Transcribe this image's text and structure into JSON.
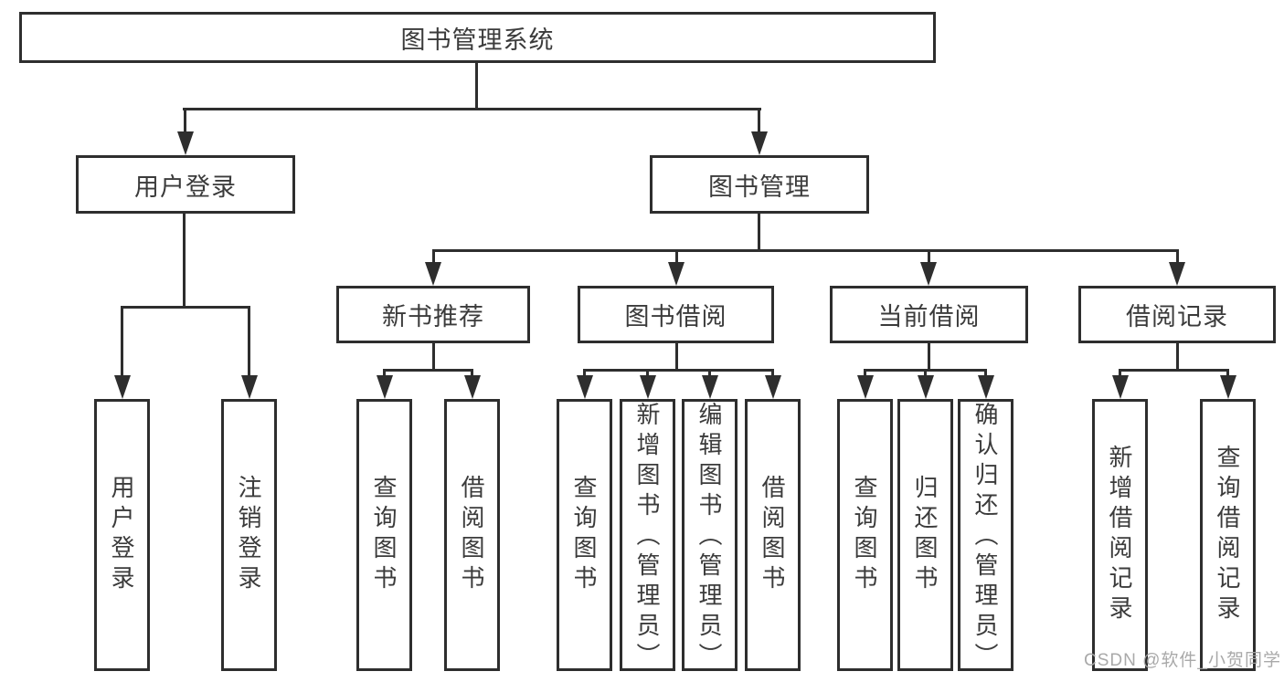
{
  "tree": {
    "label": "图书管理系统",
    "children": [
      {
        "label": "用户登录",
        "children": [
          {
            "label": "用户登录"
          },
          {
            "label": "注销登录"
          }
        ]
      },
      {
        "label": "图书管理",
        "children": [
          {
            "label": "新书推荐",
            "children": [
              {
                "label": "查询图书"
              },
              {
                "label": "借阅图书"
              }
            ]
          },
          {
            "label": "图书借阅",
            "children": [
              {
                "label": "查询图书"
              },
              {
                "label": "新增图书（管理员）"
              },
              {
                "label": "编辑图书（管理员）"
              },
              {
                "label": "借阅图书"
              }
            ]
          },
          {
            "label": "当前借阅",
            "children": [
              {
                "label": "查询图书"
              },
              {
                "label": "归还图书"
              },
              {
                "label": "确认归还（管理员）"
              }
            ]
          },
          {
            "label": "借阅记录",
            "children": [
              {
                "label": "新增借阅记录"
              },
              {
                "label": "查询借阅记录"
              }
            ]
          }
        ]
      }
    ]
  },
  "watermark": {
    "text": "CSDN @软件_小贺同学"
  },
  "colors": {
    "line": "#2e2e2e",
    "text": "#3b3b3b",
    "watermark": "#a4a4a4",
    "background": "#ffffff"
  }
}
